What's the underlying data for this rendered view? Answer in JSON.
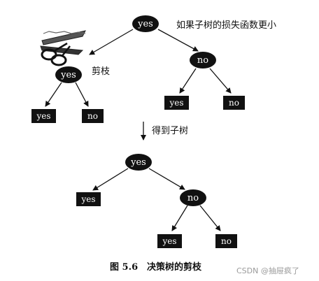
{
  "top_tree": {
    "root_label": "yes",
    "root_note": "如果子树的损失函数更小",
    "left_child_label": "yes",
    "prune_label": "剪枝",
    "left_leaf_a": "yes",
    "left_leaf_b": "no",
    "right_child_label": "no",
    "right_leaf_a": "yes",
    "right_leaf_b": "no"
  },
  "transition_label": "得到子树",
  "bottom_tree": {
    "root_label": "yes",
    "left_leaf": "yes",
    "right_child_label": "no",
    "right_leaf_a": "yes",
    "right_leaf_b": "no"
  },
  "caption": {
    "number": "图 5.6",
    "title": "决策树的剪枝"
  },
  "watermark": "CSDN @抽屉疯了",
  "icons": [
    "scissors-icon"
  ],
  "colors": {
    "node_fill": "#111111",
    "line": "#111111",
    "background": "#ffffff"
  }
}
